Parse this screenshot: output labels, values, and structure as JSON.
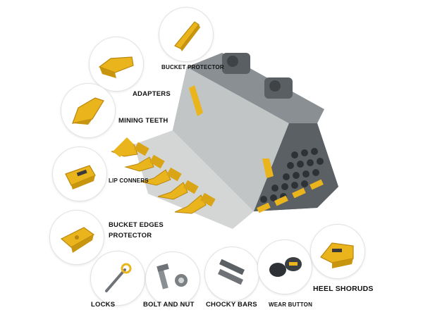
{
  "colors": {
    "part_yellow": "#e9b41c",
    "part_yellow_dark": "#b9870f",
    "bucket_grey": "#7b8084",
    "bucket_light": "#d4d6d6",
    "bucket_dark": "#4f5457",
    "button_dark": "#2e3236"
  },
  "labels": {
    "bucket_protector": "BUCKET PROTECTOR",
    "adapters": "ADAPTERS",
    "mining_teeth": "MINING TEETH",
    "lip_conners": "LIP CONNERS",
    "bucket_edges_line1": "BUCKET EDGES",
    "bucket_edges_line2": "PROTECTOR",
    "locks": "LOCKS",
    "bolt_and_nut": "BOLT AND NUT",
    "chocky_bars": "CHOCKY BARS",
    "wear_button": "WEAR BUTTON",
    "heel_shorouds": "HEEL SHORUDS"
  },
  "icons": [
    "bucket-protector-icon",
    "adapter-icon",
    "mining-tooth-icon",
    "lip-corner-icon",
    "edge-protector-icon",
    "lock-pin-icon",
    "bolt-nut-icon",
    "chocky-bar-icon",
    "wear-button-icon",
    "heel-shroud-icon"
  ]
}
